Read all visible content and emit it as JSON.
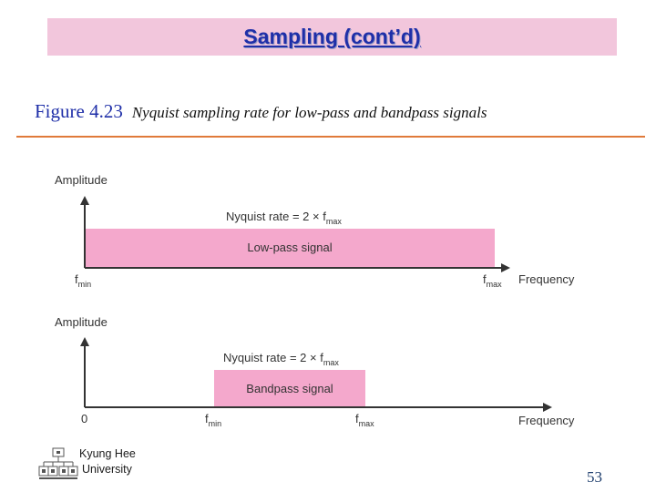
{
  "header": {
    "title": "Sampling (cont’d)"
  },
  "figure": {
    "number": "Figure 4.23",
    "caption": "Nyquist sampling rate for low-pass and bandpass signals"
  },
  "diagram_top": {
    "y_axis_label": "Amplitude",
    "nyquist_prefix": "Nyquist rate = 2 × f",
    "nyquist_sub": "max",
    "band_label": "Low-pass signal",
    "fmin_base": "f",
    "fmin_sub": "min",
    "fmax_base": "f",
    "fmax_sub": "max",
    "x_axis_label": "Frequency",
    "band_color": "#f4a8cc"
  },
  "diagram_bottom": {
    "y_axis_label": "Amplitude",
    "nyquist_prefix": "Nyquist rate = 2 × f",
    "nyquist_sub": "max",
    "band_label": "Bandpass signal",
    "origin_label": "0",
    "fmin_base": "f",
    "fmin_sub": "min",
    "fmax_base": "f",
    "fmax_sub": "max",
    "x_axis_label": "Frequency",
    "band_color": "#f4a8cc"
  },
  "footer": {
    "university_line1": "Kyung Hee",
    "university_line2": "University",
    "page_number": "53"
  }
}
